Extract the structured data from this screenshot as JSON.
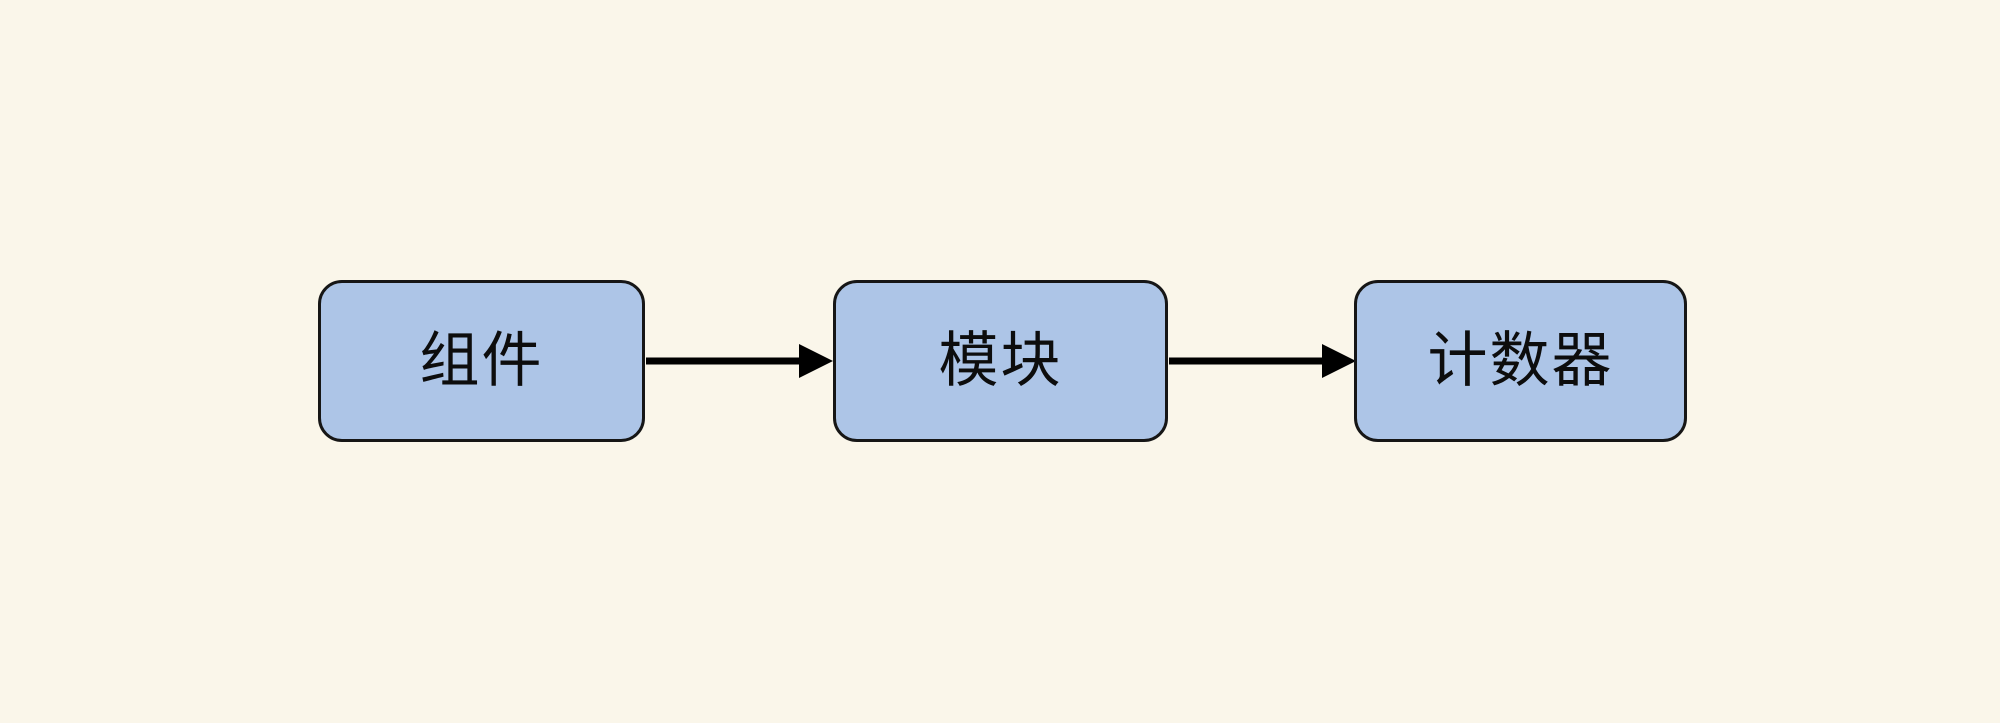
{
  "diagram": {
    "type": "flowchart",
    "direction": "left-to-right",
    "nodes": [
      {
        "label": "组件"
      },
      {
        "label": "模块"
      },
      {
        "label": "计数器"
      }
    ],
    "edges": [
      {
        "from": "组件",
        "to": "模块",
        "style": "solid-arrow"
      },
      {
        "from": "模块",
        "to": "计数器",
        "style": "solid-arrow"
      }
    ],
    "colors": {
      "background": "#faf6ea",
      "node_fill": "#adc5e7",
      "node_border": "#161616",
      "arrow": "#000000",
      "text": "#0d0d0d"
    }
  }
}
